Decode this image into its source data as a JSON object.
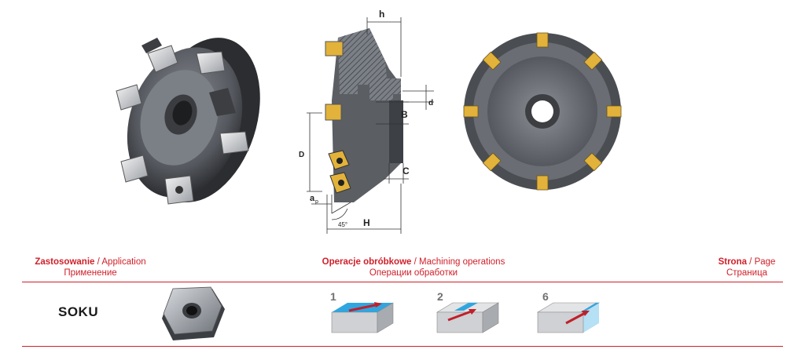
{
  "diagram": {
    "dims": {
      "h": "h",
      "d": "d",
      "B": "B",
      "D": "D",
      "C": "C",
      "ap": "a",
      "ap_sub": "p",
      "angle": "45°",
      "H": "H"
    }
  },
  "header": {
    "application": {
      "pl": "Zastosowanie",
      "en": " / Application",
      "ru": "Применение"
    },
    "operations": {
      "pl": "Operacje obróbkowe",
      "en": " / Machining operations",
      "ru": "Операции обработки"
    },
    "page": {
      "pl": "Strona",
      "en": " / Page",
      "ru": "Страница"
    }
  },
  "row": {
    "insert_code": "SOKU",
    "operations": [
      "1",
      "2",
      "6"
    ]
  },
  "colors": {
    "accent": "#d0202a",
    "steel": "#5b5e63",
    "insert": "#e2b23a",
    "workpiece_blue": "#2fa6e0"
  }
}
